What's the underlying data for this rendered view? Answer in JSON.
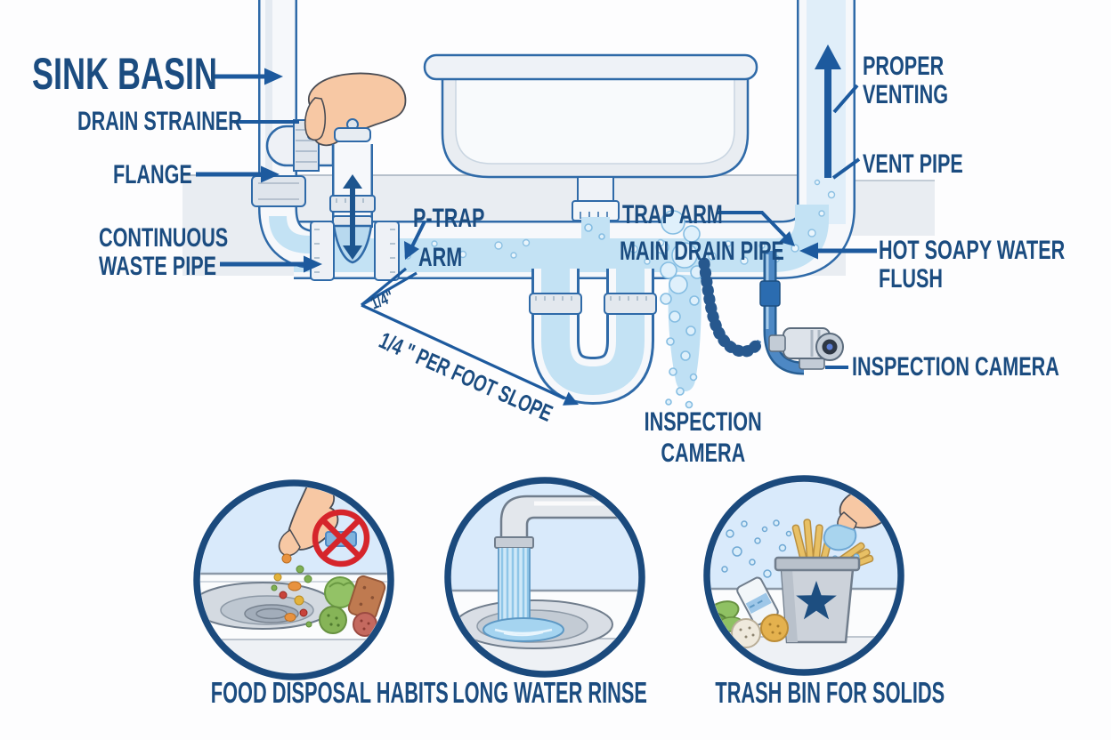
{
  "diagram": {
    "labels": {
      "sink_basin": "SINK BASIN",
      "drain_strainer": "DRAIN STRAINER",
      "flange": "FLANGE",
      "continuous_waste_1": "CONTINUOUS",
      "continuous_waste_2": "WASTE PIPE",
      "p_trap_1": "P-TRAP",
      "p_trap_2": "ARM",
      "trap_arm": "TRAP ARM",
      "main_drain_pipe": "MAIN DRAIN PIPE",
      "proper_venting_1": "PROPER",
      "proper_venting_2": "VENTING",
      "vent_pipe": "VENT PIPE",
      "hot_soapy_1": "HOT SOAPY WATER",
      "hot_soapy_2": "FLUSH",
      "inspection_camera_side": "INSPECTION CAMERA",
      "inspection_camera_below_1": "INSPECTION",
      "inspection_camera_below_2": "CAMERA",
      "slope_angle": "1/4\"",
      "slope_note": "1/4 \" PER FOOT SLOPE"
    },
    "colors": {
      "label_navy": "#1b4c80",
      "arrow_blue": "#1d5a9e",
      "pipe_outline": "#2f6aa8",
      "pipe_fill": "#f6f8fb",
      "water_blue": "#c3e2f4",
      "counter_gray": "#e9edf2",
      "prohibition_red": "#d6252b",
      "circle_border": "#1b4a7d",
      "circle_sky": "#d9eafb",
      "skin": "#f7c8a4"
    }
  },
  "tips": [
    {
      "label": "FOOD DISPOSAL HABITS",
      "icon": "no-food-scraps-in-drain"
    },
    {
      "label": "LONG WATER RINSE",
      "icon": "faucet-rinse"
    },
    {
      "label": "TRASH BIN FOR SOLIDS",
      "icon": "trash-bin-star"
    }
  ]
}
